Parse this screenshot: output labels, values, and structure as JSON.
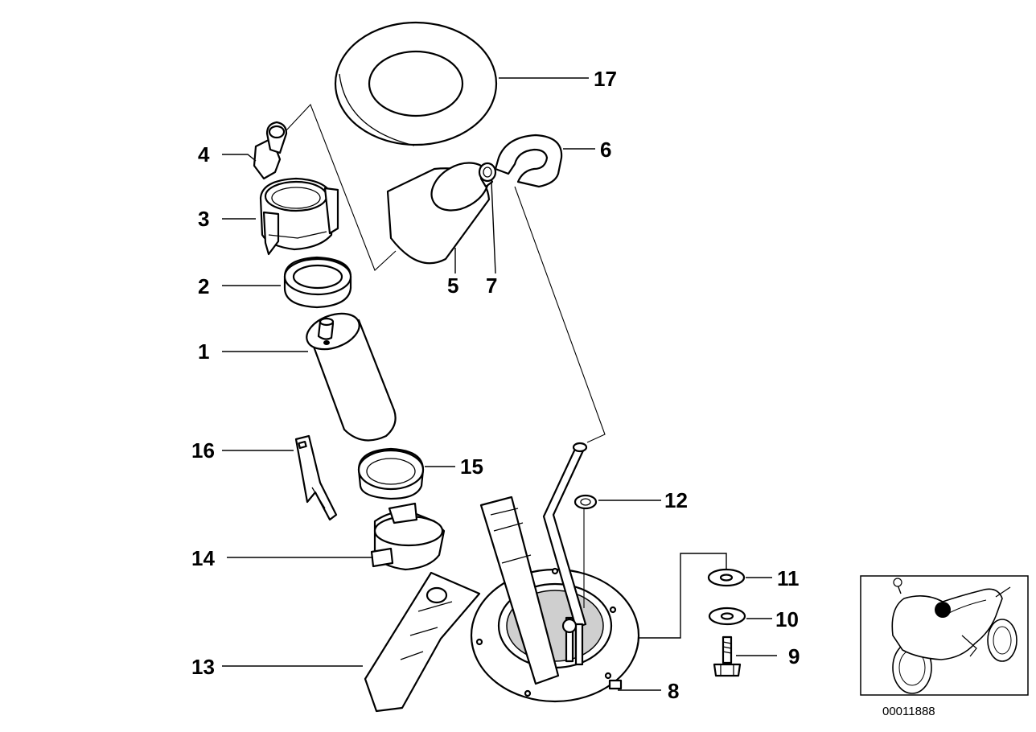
{
  "callouts": {
    "c1": "1",
    "c2": "2",
    "c3": "3",
    "c4": "4",
    "c5": "5",
    "c6": "6",
    "c7": "7",
    "c8": "8",
    "c9": "9",
    "c10": "10",
    "c11": "11",
    "c12": "12",
    "c13": "13",
    "c14": "14",
    "c15": "15",
    "c16": "16",
    "c17": "17"
  },
  "figure_id": "00011888",
  "icons": {
    "locator": "motorcycle-locator-icon"
  }
}
